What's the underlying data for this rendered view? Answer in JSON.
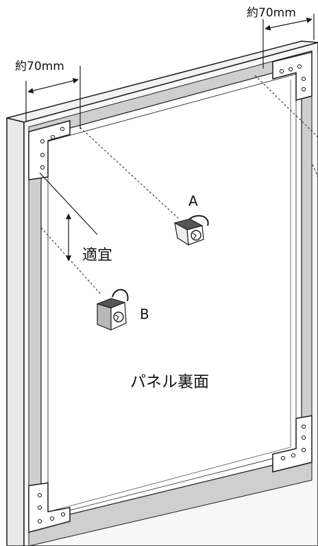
{
  "labels": {
    "dimension_top_right": "約70mm",
    "dimension_top_left": "約70mm",
    "hanger_a": "A",
    "hanger_b": "B",
    "spacing_note": "適宜",
    "panel_back": "パネル裏面"
  },
  "colors": {
    "line": "#1a1a1a",
    "frame_face": "#f7f7f7",
    "channel": "#cfcfcf",
    "bracket": "#ffffff",
    "hanger_dark": "#555555"
  }
}
